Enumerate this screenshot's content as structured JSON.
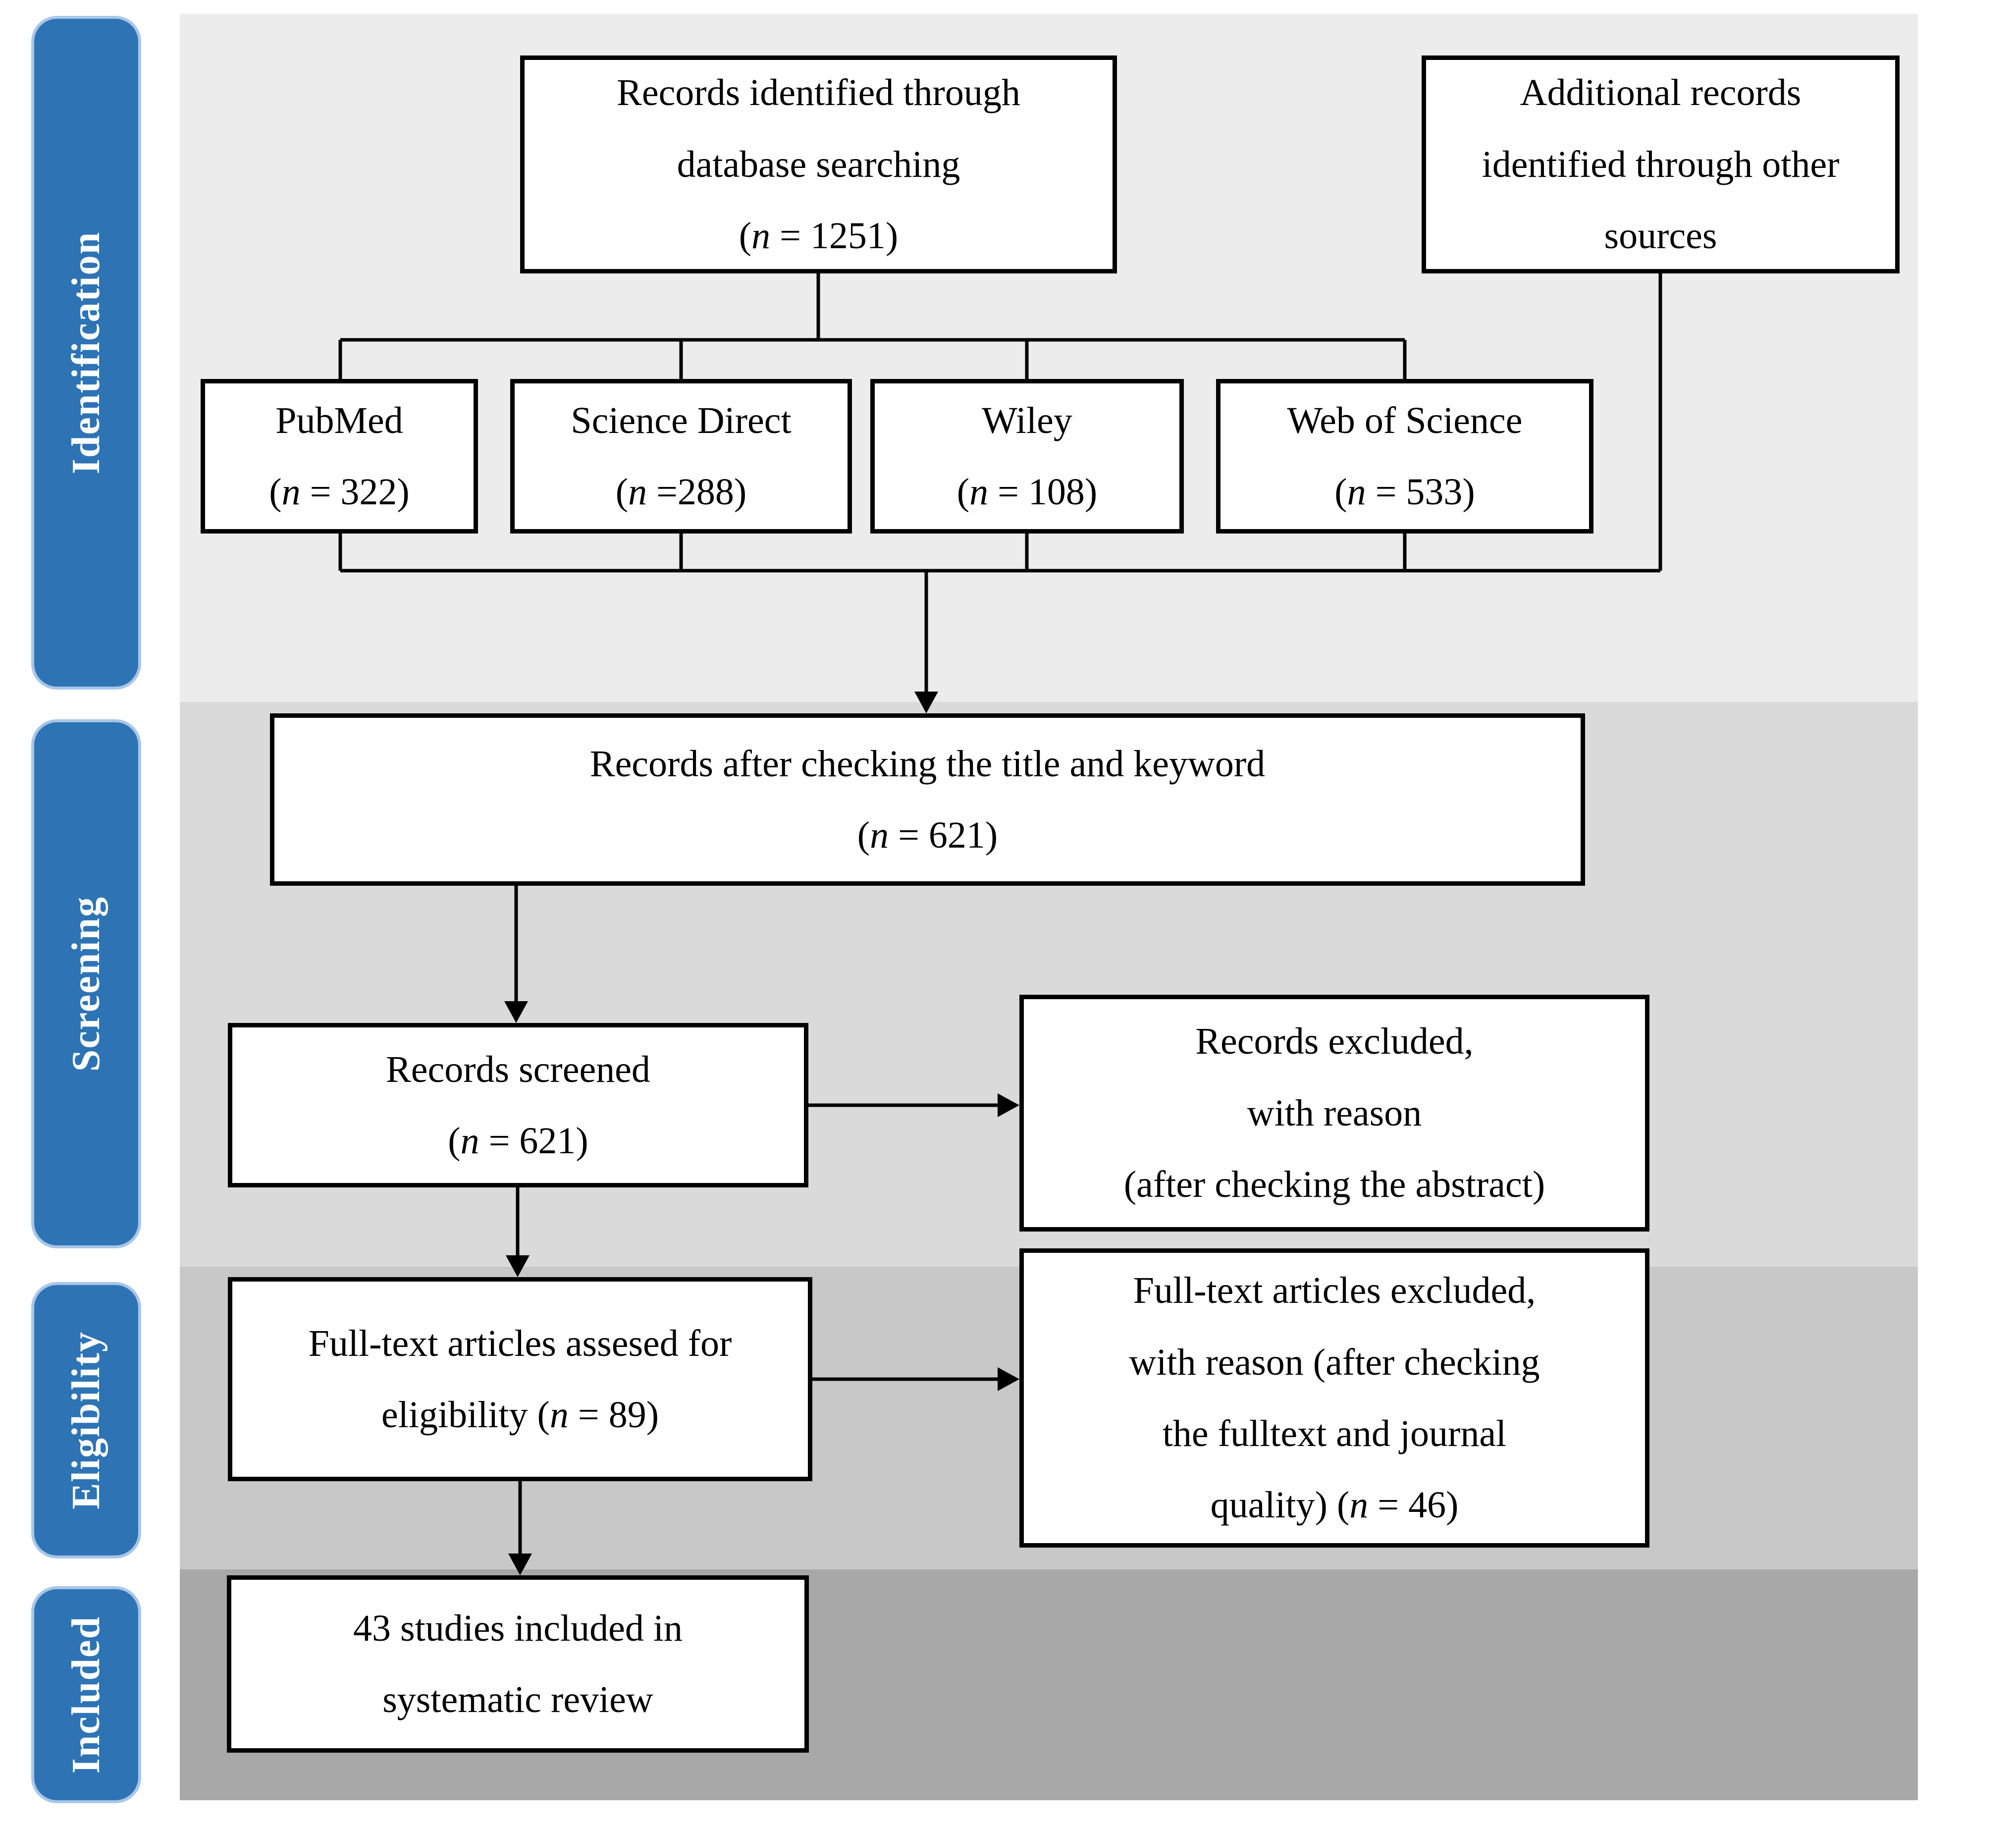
{
  "colors": {
    "band_identification": "#ececec",
    "band_screening": "#dadada",
    "band_eligibility": "#c8c8c8",
    "band_included": "#a8a8a8",
    "stage_pill_fill": "#2e74b5",
    "stage_pill_border": "#a9c6e8",
    "box_fill": "#ffffff",
    "box_border": "#000000",
    "line_color": "#000000"
  },
  "stages": [
    "Identification",
    "Screening",
    "Eligibility",
    "Included"
  ],
  "boxes": {
    "records_identified": {
      "lines": [
        "Records identified through",
        "database searching",
        "(n = 1251)"
      ]
    },
    "additional_records": {
      "lines": [
        "Additional records",
        "identified through other",
        "sources"
      ]
    },
    "pubmed": {
      "lines": [
        "PubMed",
        "(n = 322)"
      ]
    },
    "science_direct": {
      "lines": [
        "Science Direct",
        "(n =288)"
      ]
    },
    "wiley": {
      "lines": [
        "Wiley",
        "(n = 108)"
      ]
    },
    "web_of_science": {
      "lines": [
        "Web of Science",
        "(n = 533)"
      ]
    },
    "records_after_check": {
      "lines": [
        "Records after checking the title and keyword",
        "(n = 621)"
      ]
    },
    "records_screened": {
      "lines": [
        "Records screened",
        "(n = 621)"
      ]
    },
    "records_excluded": {
      "lines": [
        "Records excluded,",
        "with reason",
        "(after checking the abstract)"
      ]
    },
    "fulltext_assessed": {
      "lines": [
        "Full-text articles assesed for",
        "eligibility (n = 89)"
      ]
    },
    "fulltext_excluded": {
      "lines": [
        "Full-text articles excluded,",
        "with reason (after checking",
        "the fulltext and journal",
        "quality) (n = 46)"
      ]
    },
    "included_studies": {
      "lines": [
        "43 studies included in",
        "systematic review"
      ]
    }
  }
}
